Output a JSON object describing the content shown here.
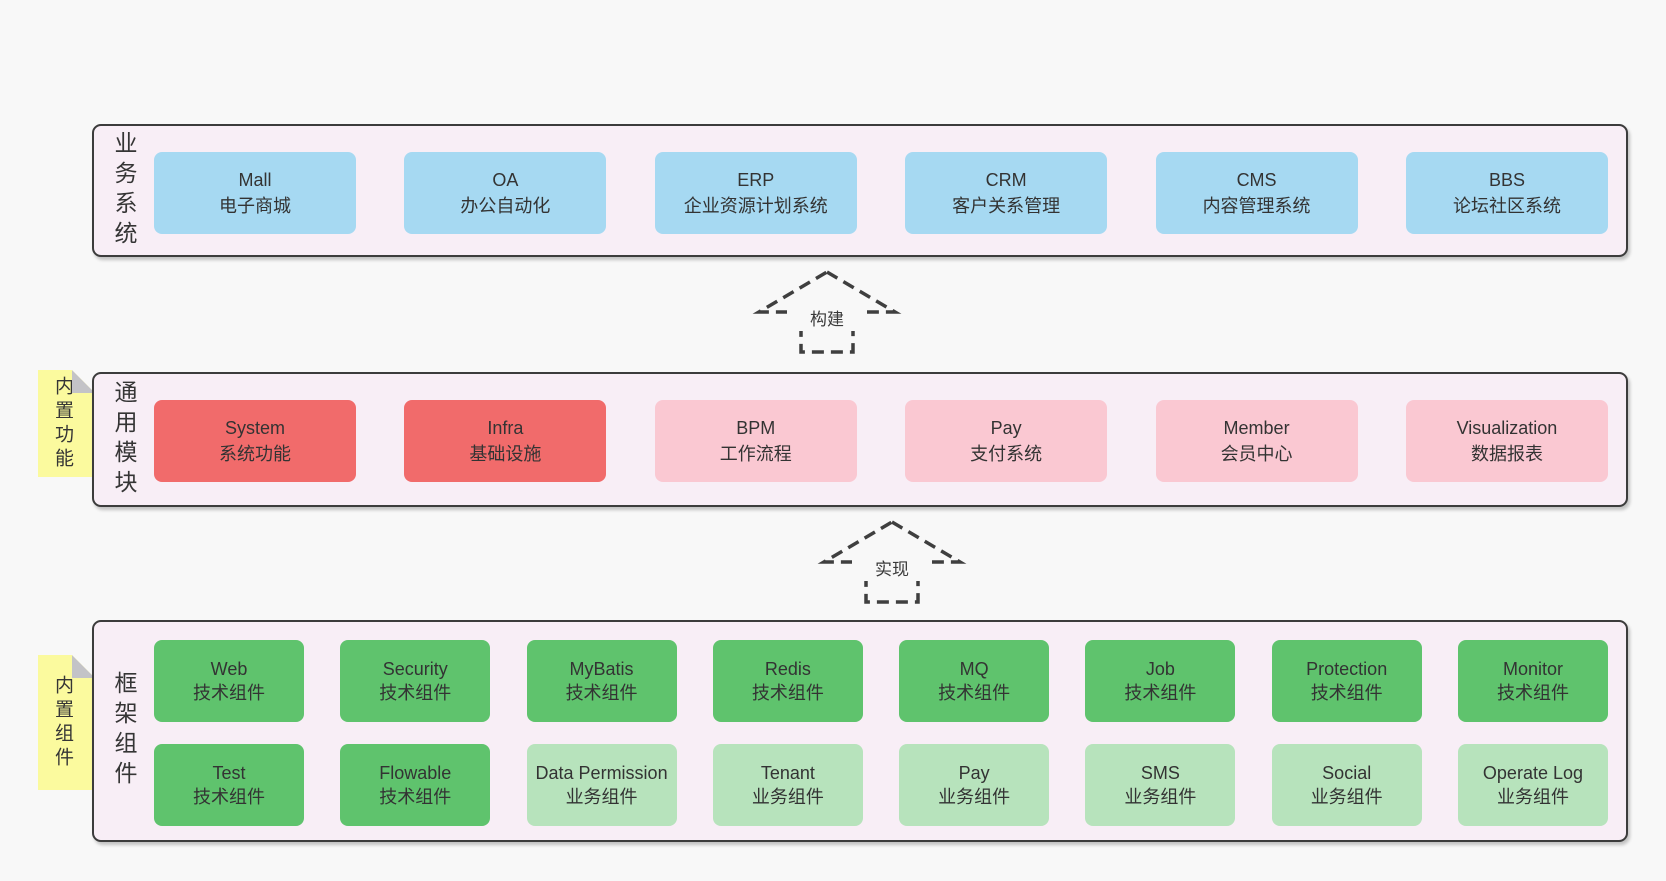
{
  "colors": {
    "page-bg": "#f8f8f8",
    "panel-bg": "#f8eef6",
    "panel-border": "#3c3c3c",
    "box-blue": "#a6d9f2",
    "box-red": "#f16b6b",
    "box-pink": "#fac8d2",
    "box-green": "#5fc36d",
    "box-green-light": "#b7e3bc",
    "sticky": "#fbfa9e",
    "sticky-fold": "#c3c3c7",
    "text": "#333333",
    "arrow-stroke": "#3f3f3f"
  },
  "arrows": [
    {
      "label": "构建"
    },
    {
      "label": "实现"
    }
  ],
  "bands": [
    {
      "label": "业务系统",
      "boxes": [
        {
          "en": "Mall",
          "zh": "电子商城"
        },
        {
          "en": "OA",
          "zh": "办公自动化"
        },
        {
          "en": "ERP",
          "zh": "企业资源计划系统"
        },
        {
          "en": "CRM",
          "zh": "客户关系管理"
        },
        {
          "en": "CMS",
          "zh": "内容管理系统"
        },
        {
          "en": "BBS",
          "zh": "论坛社区系统"
        }
      ]
    },
    {
      "label": "通用模块",
      "sticky": "内置功能",
      "boxes": [
        {
          "en": "System",
          "zh": "系统功能"
        },
        {
          "en": "Infra",
          "zh": "基础设施"
        },
        {
          "en": "BPM",
          "zh": "工作流程"
        },
        {
          "en": "Pay",
          "zh": "支付系统"
        },
        {
          "en": "Member",
          "zh": "会员中心"
        },
        {
          "en": "Visualization",
          "zh": "数据报表"
        }
      ]
    },
    {
      "label": "框架组件",
      "sticky": "内置组件",
      "rows": [
        [
          {
            "en": "Web",
            "zh": "技术组件"
          },
          {
            "en": "Security",
            "zh": "技术组件"
          },
          {
            "en": "MyBatis",
            "zh": "技术组件"
          },
          {
            "en": "Redis",
            "zh": "技术组件"
          },
          {
            "en": "MQ",
            "zh": "技术组件"
          },
          {
            "en": "Job",
            "zh": "技术组件"
          },
          {
            "en": "Protection",
            "zh": "技术组件"
          },
          {
            "en": "Monitor",
            "zh": "技术组件"
          }
        ],
        [
          {
            "en": "Test",
            "zh": "技术组件"
          },
          {
            "en": "Flowable",
            "zh": "技术组件"
          },
          {
            "en": "Data Permission",
            "zh": "业务组件"
          },
          {
            "en": "Tenant",
            "zh": "业务组件"
          },
          {
            "en": "Pay",
            "zh": "业务组件"
          },
          {
            "en": "SMS",
            "zh": "业务组件"
          },
          {
            "en": "Social",
            "zh": "业务组件"
          },
          {
            "en": "Operate Log",
            "zh": "业务组件"
          }
        ]
      ]
    }
  ]
}
